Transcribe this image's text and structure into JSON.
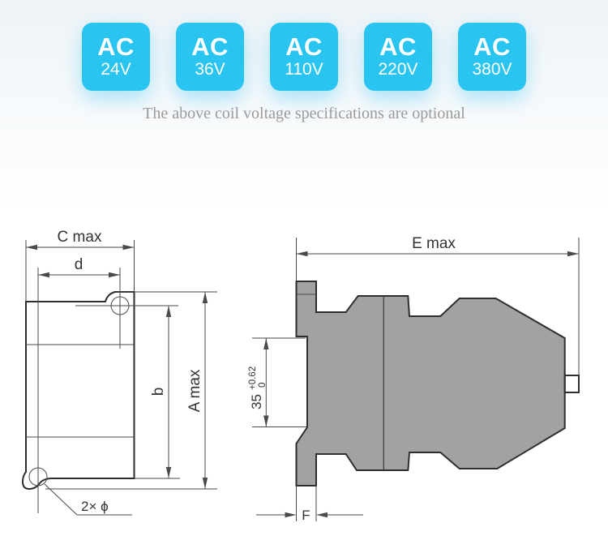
{
  "badges": [
    {
      "label": "AC",
      "voltage": "24V"
    },
    {
      "label": "AC",
      "voltage": "36V"
    },
    {
      "label": "AC",
      "voltage": "110V"
    },
    {
      "label": "AC",
      "voltage": "220V"
    },
    {
      "label": "AC",
      "voltage": "380V"
    }
  ],
  "caption": "The above coil voltage specifications are optional",
  "front_view": {
    "dim_width_label": "C max",
    "dim_hole_spacing_label": "d",
    "dim_body_height_label": "b",
    "dim_total_height_label": "A max",
    "hole_callout": "2× ϕ"
  },
  "side_view": {
    "dim_depth_label": "E max",
    "dim_foot_label": "F",
    "rail_slot_value": "35",
    "rail_slot_tolerance_upper": "+0.62",
    "rail_slot_tolerance_lower": "0"
  },
  "colors": {
    "badge_bg": "#29c4f0",
    "body_fill": "#a2a2a2",
    "line": "#4a4a4a",
    "caption_text": "#9a9a9a"
  }
}
